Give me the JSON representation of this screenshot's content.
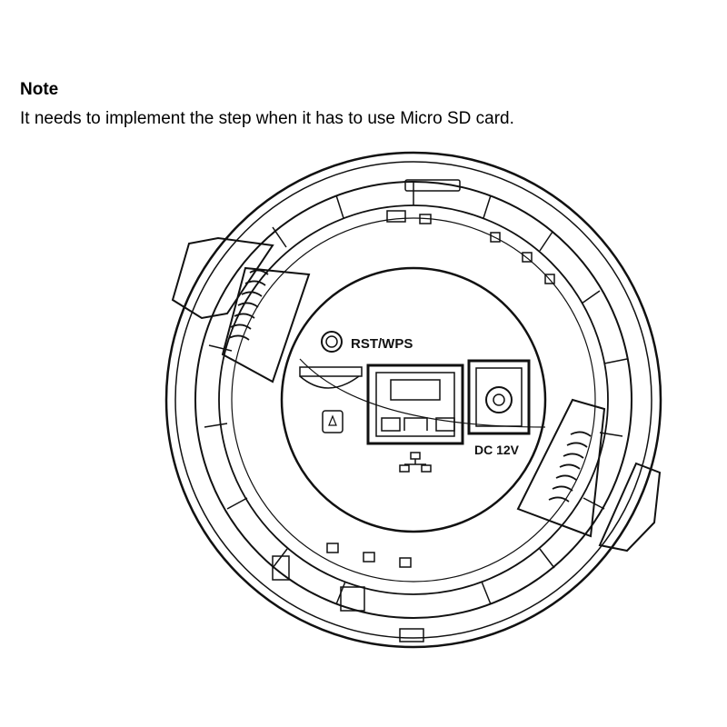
{
  "note": {
    "title": "Note",
    "text": "It needs to implement the step when it has to use Micro SD card."
  },
  "figure": {
    "rst_label": "RST/WPS",
    "dc_label": "DC 12V",
    "network_icon": "network-icon",
    "sd_icon": "micro-sd-icon",
    "line_color": "#111111"
  }
}
